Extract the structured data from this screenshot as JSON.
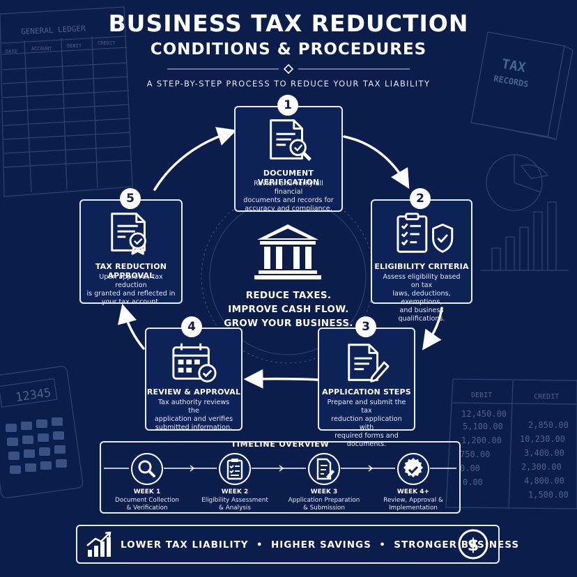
{
  "header": {
    "title_line1": "BUSINESS TAX REDUCTION",
    "title_line2": "CONDITIONS & PROCEDURES",
    "subtitle": "A STEP-BY-STEP PROCESS TO REDUCE YOUR TAX LIABILITY"
  },
  "background": {
    "ledger_title": "GENERAL LEDGER",
    "ledger_columns": [
      "DATE",
      "ACCOUNT",
      "DEBIT",
      "CREDIT"
    ],
    "book_line1": "TAX",
    "book_line2": "RECORDS",
    "calculator_display": "12345",
    "table_debit": "DEBIT",
    "table_credit": "CREDIT",
    "debit_values": [
      "12,450.00",
      "5,100.00",
      "1,200.00",
      "750.00",
      "0.00",
      "0.00"
    ],
    "credit_values": [
      "2,850.00",
      "10,230.00",
      "3,400.00",
      "2,300.00",
      "4,800.00",
      "1,500.00"
    ]
  },
  "steps": [
    {
      "number": "1",
      "title": "DOCUMENT VERIFICATION",
      "icon": "document-search-icon",
      "desc_lines": [
        "Review and verify all financial",
        "documents and records for",
        "accuracy and compliance."
      ]
    },
    {
      "number": "2",
      "title": "ELIGIBILITY CRITERIA",
      "icon": "checklist-shield-icon",
      "desc_lines": [
        "Assess eligibility based on tax",
        "laws, deductions, exemptions,",
        "and business qualifications."
      ]
    },
    {
      "number": "3",
      "title": "APPLICATION STEPS",
      "icon": "document-pen-icon",
      "desc_lines": [
        "Prepare and submit the tax",
        "reduction application with",
        "required forms and documents."
      ]
    },
    {
      "number": "4",
      "title": "REVIEW & APPROVAL",
      "icon": "calendar-check-icon",
      "desc_lines": [
        "Tax authority reviews the",
        "application and verifies",
        "submitted information."
      ]
    },
    {
      "number": "5",
      "title": "TAX REDUCTION APPROVAL",
      "icon": "certificate-icon",
      "desc_lines": [
        "Upon approval, tax reduction",
        "is granted and reflected in",
        "your tax account."
      ]
    }
  ],
  "center": {
    "icon": "bank-building-icon",
    "lines": [
      "REDUCE TAXES.",
      "IMPROVE CASH FLOW.",
      "GROW YOUR BUSINESS."
    ]
  },
  "timeline": {
    "title": "TIMELINE OVERVIEW",
    "items": [
      {
        "week": "WEEK 1",
        "icon": "magnifier-icon",
        "desc_lines": [
          "Document Collection",
          "& Verification"
        ]
      },
      {
        "week": "WEEK 2",
        "icon": "clipboard-icon",
        "desc_lines": [
          "Eligibility Assessment",
          "& Analysis"
        ]
      },
      {
        "week": "WEEK 3",
        "icon": "document-edit-icon",
        "desc_lines": [
          "Application Preparation",
          "& Submission"
        ]
      },
      {
        "week": "WEEK 4+",
        "icon": "award-badge-icon",
        "desc_lines": [
          "Review, Approval &",
          "Implementation"
        ]
      }
    ]
  },
  "footer": {
    "text": "LOWER TAX LIABILITY  •  HIGHER SAVINGS  •  STRONGER BUSINESS",
    "left_icon": "growth-chart-icon",
    "right_icon": "dollar-coin-icon"
  }
}
